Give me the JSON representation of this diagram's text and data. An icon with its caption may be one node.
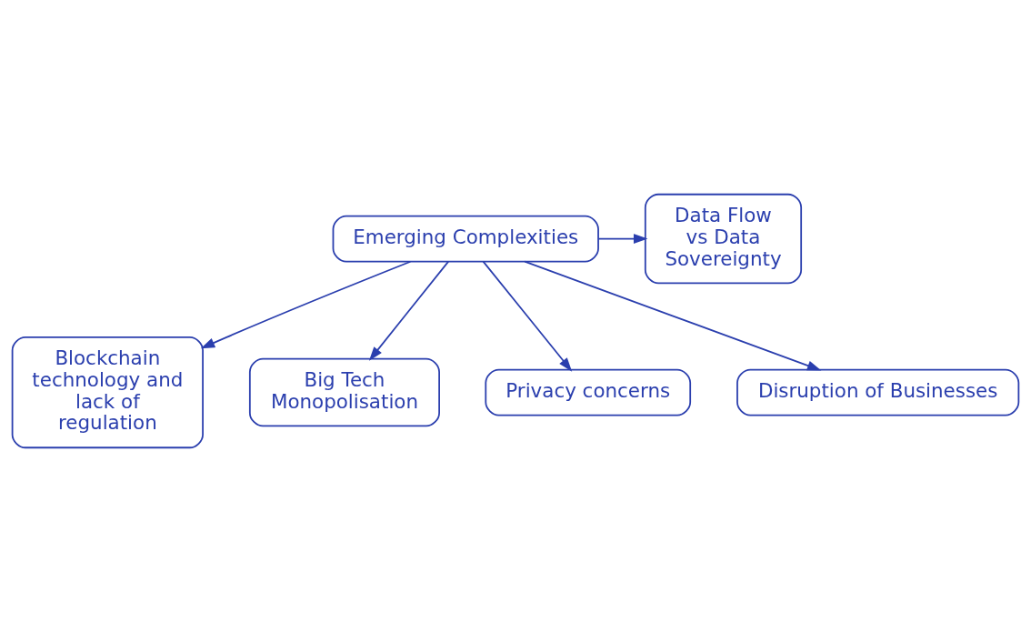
{
  "diagram": {
    "nodes": [
      {
        "text": [
          "Emerging Complexities"
        ]
      },
      {
        "text": [
          "Data Flow vs Data Sovereignty"
        ]
      },
      {
        "text": [
          "Blockchain technology and lack of regulation"
        ]
      },
      {
        "text": [
          "Big Tech Monopolisation"
        ]
      },
      {
        "text": [
          "Privacy concerns"
        ]
      },
      {
        "text": [
          "Disruption of Businesses"
        ]
      }
    ],
    "edges": [
      {
        "from": 0,
        "to": 1,
        "arrow": "to"
      },
      {
        "from": 0,
        "to": 2,
        "arrow": "to"
      },
      {
        "from": 0,
        "to": 3,
        "arrow": "to"
      },
      {
        "from": 0,
        "to": 4,
        "arrow": "to"
      },
      {
        "from": 0,
        "to": 5,
        "arrow": "to"
      }
    ]
  }
}
